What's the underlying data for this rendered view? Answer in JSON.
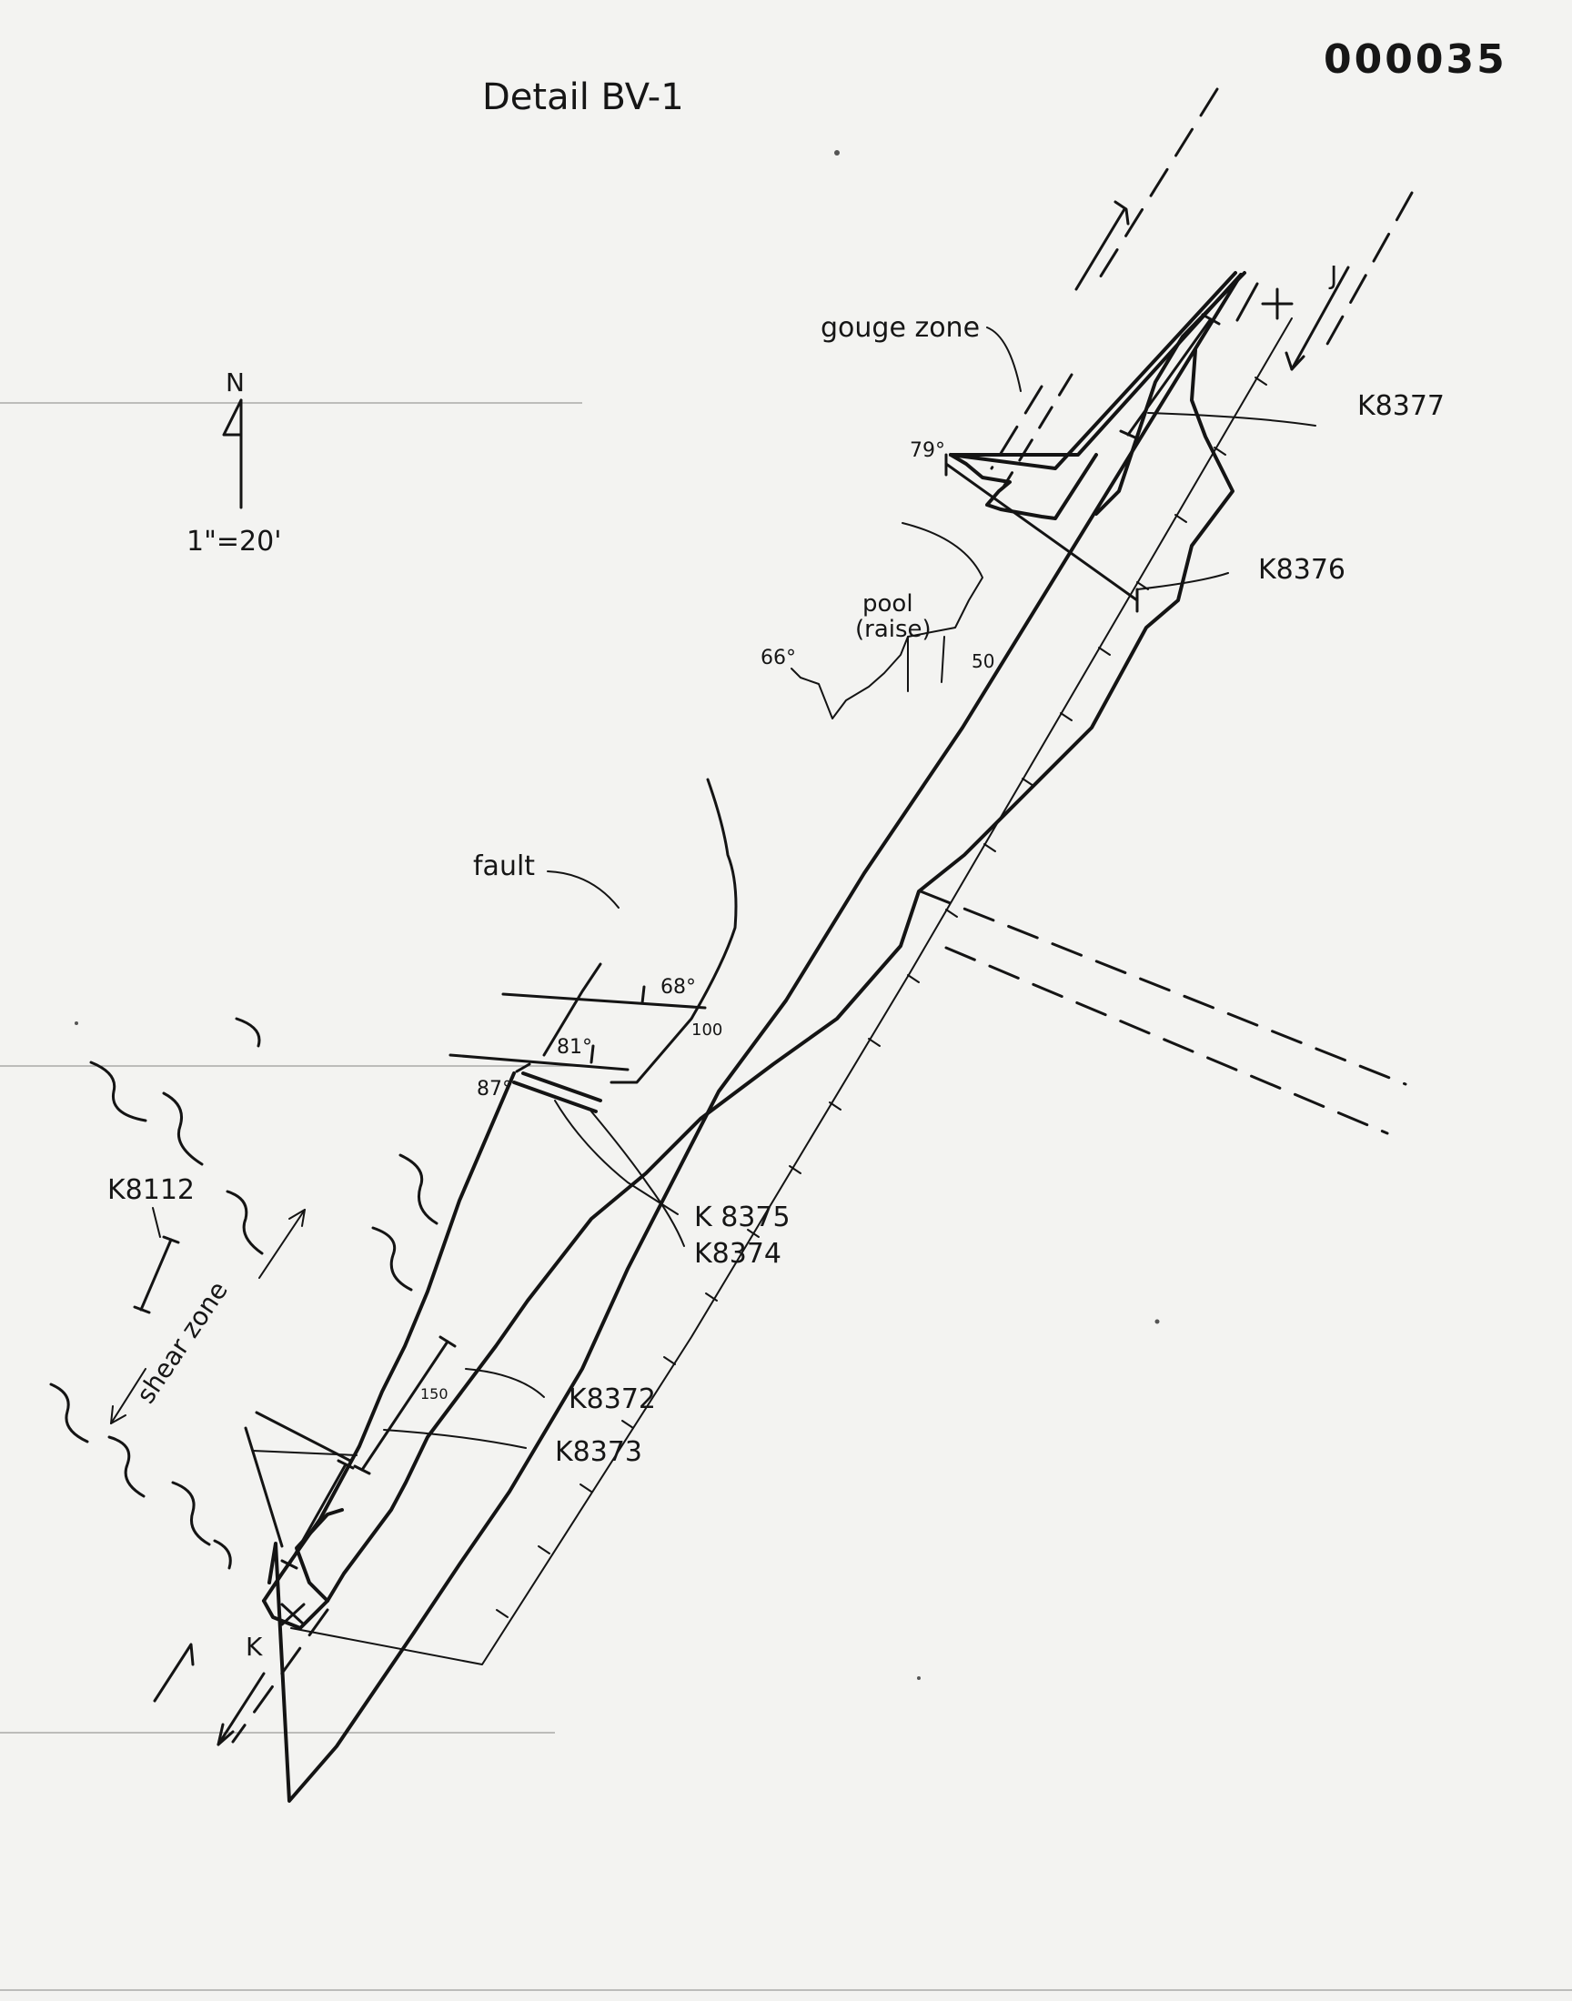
{
  "sheet": {
    "doc_number": "000035",
    "title": "Detail BV-1",
    "scale": "1\"=20'",
    "north": "N"
  },
  "labels": {
    "gouge_zone": "gouge zone",
    "pool": "pool",
    "raise": "(raise)",
    "fault": "fault",
    "shear_zone": "shear zone",
    "point_j": "J",
    "point_k": "K",
    "station_50": "50",
    "station_100": "100",
    "station_150": "150"
  },
  "dips": {
    "d79": "79°",
    "d66": "66°",
    "d68": "68°",
    "d81": "81°",
    "d87": "87°"
  },
  "samples": {
    "k8377": "K8377",
    "k8376": "K8376",
    "k8375": "K 8375",
    "k8374": "K8374",
    "k8372": "K8372",
    "k8373": "K8373",
    "k8112": "K8112"
  },
  "colors": {
    "paper": "#f3f3f1",
    "ink": "#141414"
  }
}
